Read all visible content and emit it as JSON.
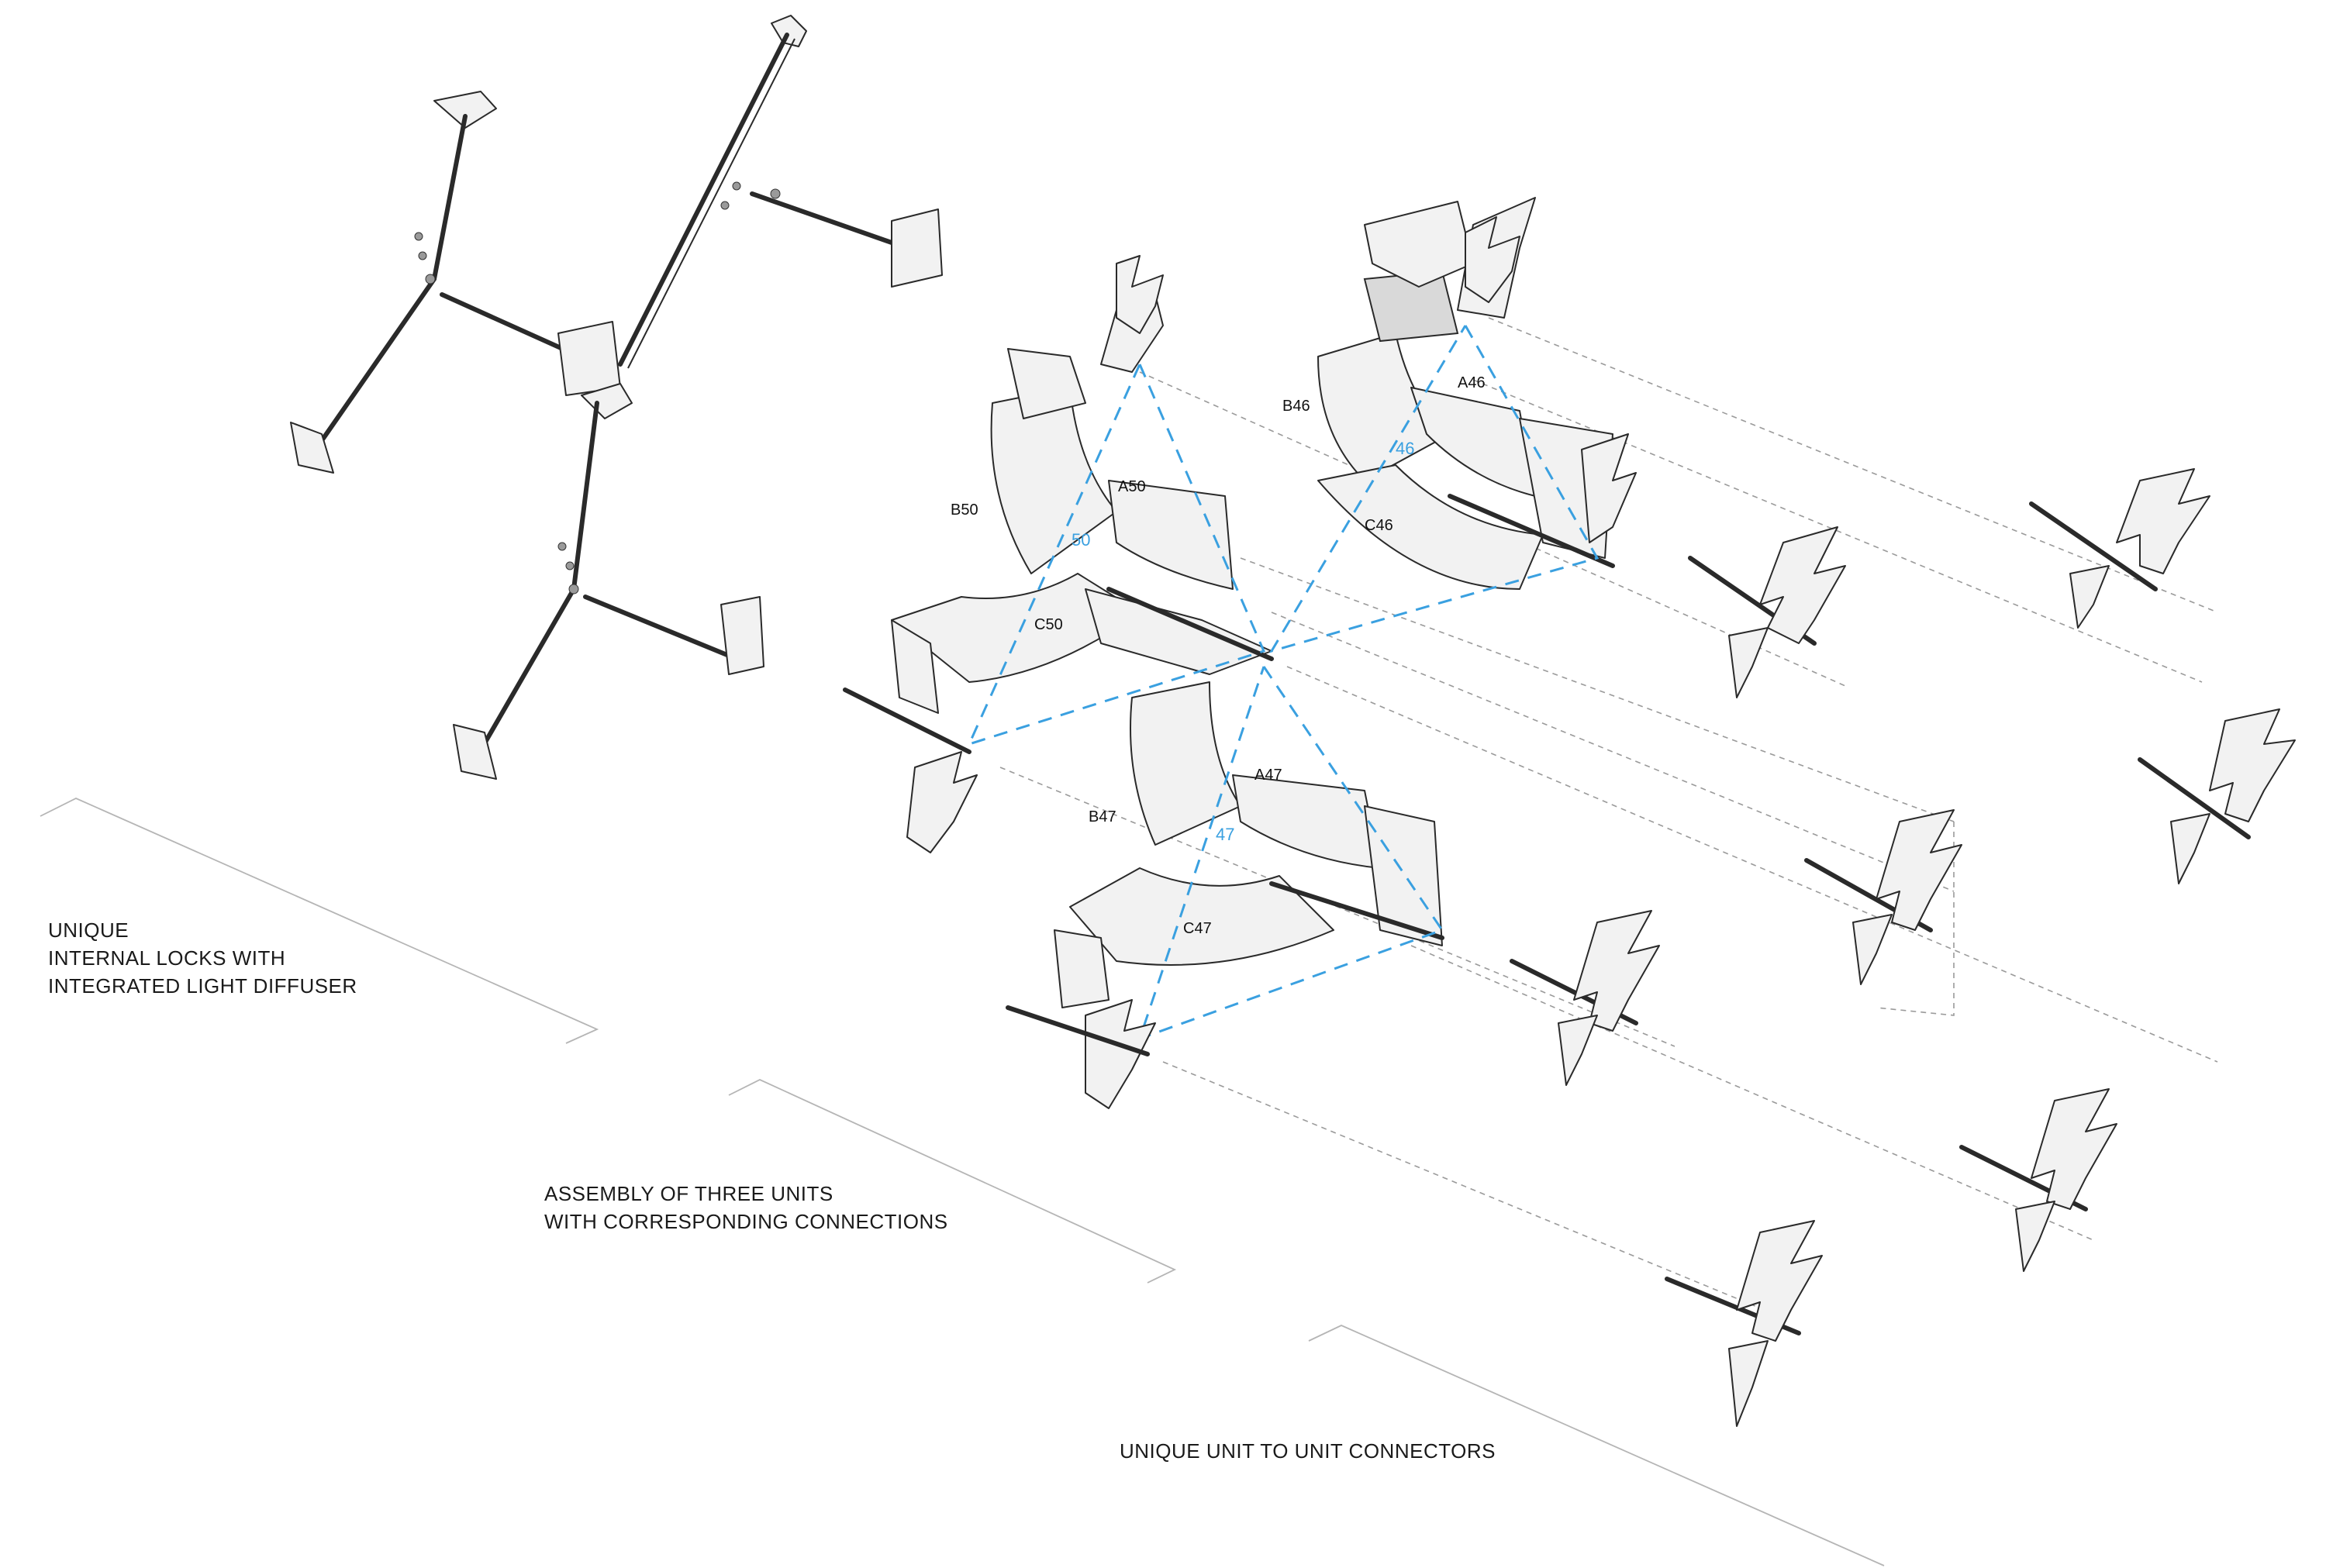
{
  "captions": {
    "internal_locks": "UNIQUE\nINTERNAL LOCKS WITH\nINTEGRATED LIGHT DIFFUSER",
    "assembly": "ASSEMBLY OF THREE UNITS\nWITH CORRESPONDING CONNECTIONS",
    "connectors": "UNIQUE UNIT TO UNIT CONNECTORS"
  },
  "unit_labels": {
    "u50": {
      "a": "A50",
      "b": "B50",
      "c": "C50",
      "num": "50"
    },
    "u46": {
      "a": "A46",
      "b": "B46",
      "c": "C46",
      "num": "46"
    },
    "u47": {
      "a": "A47",
      "b": "B47",
      "c": "C47",
      "num": "47"
    }
  },
  "colors": {
    "accent_blue": "#3aa0e0",
    "ink": "#2a2a2a",
    "panel_fill": "#f2f2f2"
  }
}
